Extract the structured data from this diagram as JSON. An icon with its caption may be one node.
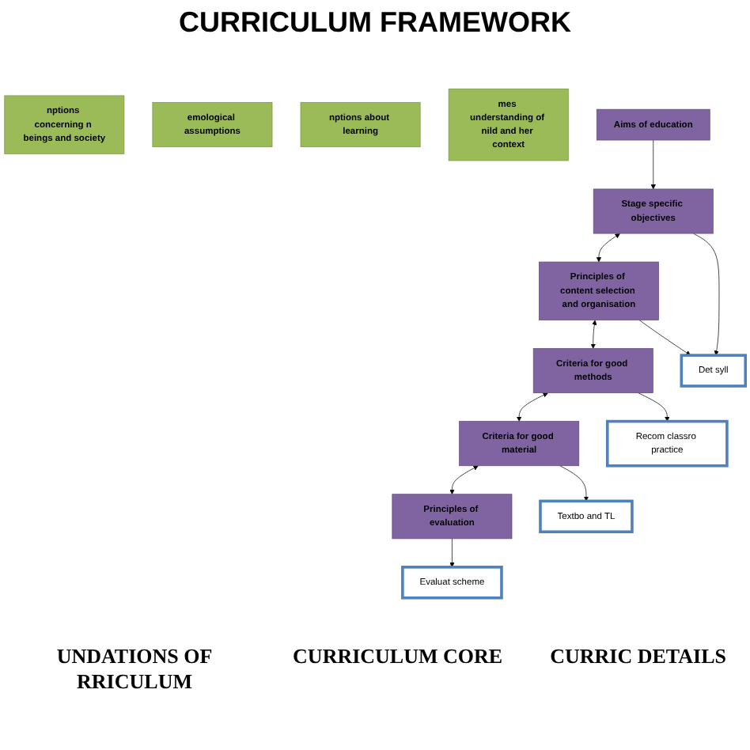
{
  "diagram": {
    "title": "CURRICULUM FRAMEWORK",
    "nodes": [
      {
        "text": [
          "nptions concerning n beings and society"
        ]
      },
      {
        "text": [
          "emological assumptions"
        ]
      },
      {
        "text": [
          "nptions about learning"
        ]
      },
      {
        "text": [
          "mes understanding of nild and her context"
        ]
      },
      {
        "text": [
          "Aims of education"
        ]
      },
      {
        "text": [
          "Stage specific objectives"
        ]
      },
      {
        "text": [
          "Principles of content selection and organisation"
        ]
      },
      {
        "text": [
          "Criteria for good methods"
        ]
      },
      {
        "text": [
          "Criteria for good material"
        ]
      },
      {
        "text": [
          "Principles of evaluation"
        ]
      },
      {
        "text": [
          "Det syll"
        ]
      },
      {
        "text": [
          "Recom classro practice"
        ]
      },
      {
        "text": [
          "Textbo and TL"
        ]
      },
      {
        "text": [
          "Evaluat scheme"
        ]
      }
    ],
    "edges": [
      {
        "from": 4,
        "to": 5,
        "arrow": "to"
      },
      {
        "from": 5,
        "to": 6,
        "arrow": "both"
      },
      {
        "from": 6,
        "to": 7,
        "arrow": "both"
      },
      {
        "from": 7,
        "to": 8,
        "arrow": "both"
      },
      {
        "from": 8,
        "to": 9,
        "arrow": "both"
      },
      {
        "from": 5,
        "to": 10,
        "arrow": "to"
      },
      {
        "from": 6,
        "to": 10,
        "arrow": "to"
      },
      {
        "from": 7,
        "to": 11,
        "arrow": "to"
      },
      {
        "from": 8,
        "to": 12,
        "arrow": "to"
      },
      {
        "from": 9,
        "to": 13,
        "arrow": "to"
      }
    ],
    "labels": [
      "UNDATIONS OF RRICULUM",
      "CURRICULUM CORE",
      "CURRIC DETAILS"
    ]
  }
}
